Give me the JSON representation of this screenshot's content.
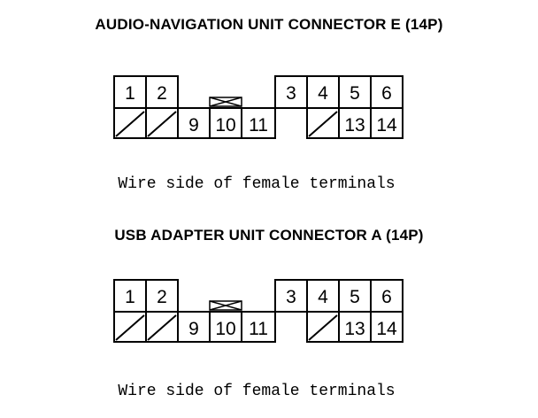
{
  "diagram": {
    "connectors": [
      {
        "title": "AUDIO-NAVIGATION UNIT CONNECTOR E (14P)",
        "caption": "Wire side of female terminals",
        "pins": {
          "top": [
            "1",
            "2",
            "3",
            "4",
            "5",
            "6"
          ],
          "bottom": [
            "9",
            "10",
            "11",
            "13",
            "14"
          ]
        },
        "empty_cavities": [
          "7",
          "8",
          "12"
        ],
        "key_marker": "x-box-icon"
      },
      {
        "title": "USB ADAPTER UNIT CONNECTOR A (14P)",
        "caption": "Wire side of female terminals",
        "pins": {
          "top": [
            "1",
            "2",
            "3",
            "4",
            "5",
            "6"
          ],
          "bottom": [
            "9",
            "10",
            "11",
            "13",
            "14"
          ]
        },
        "empty_cavities": [
          "7",
          "8",
          "12"
        ],
        "key_marker": "x-box-icon"
      }
    ]
  }
}
